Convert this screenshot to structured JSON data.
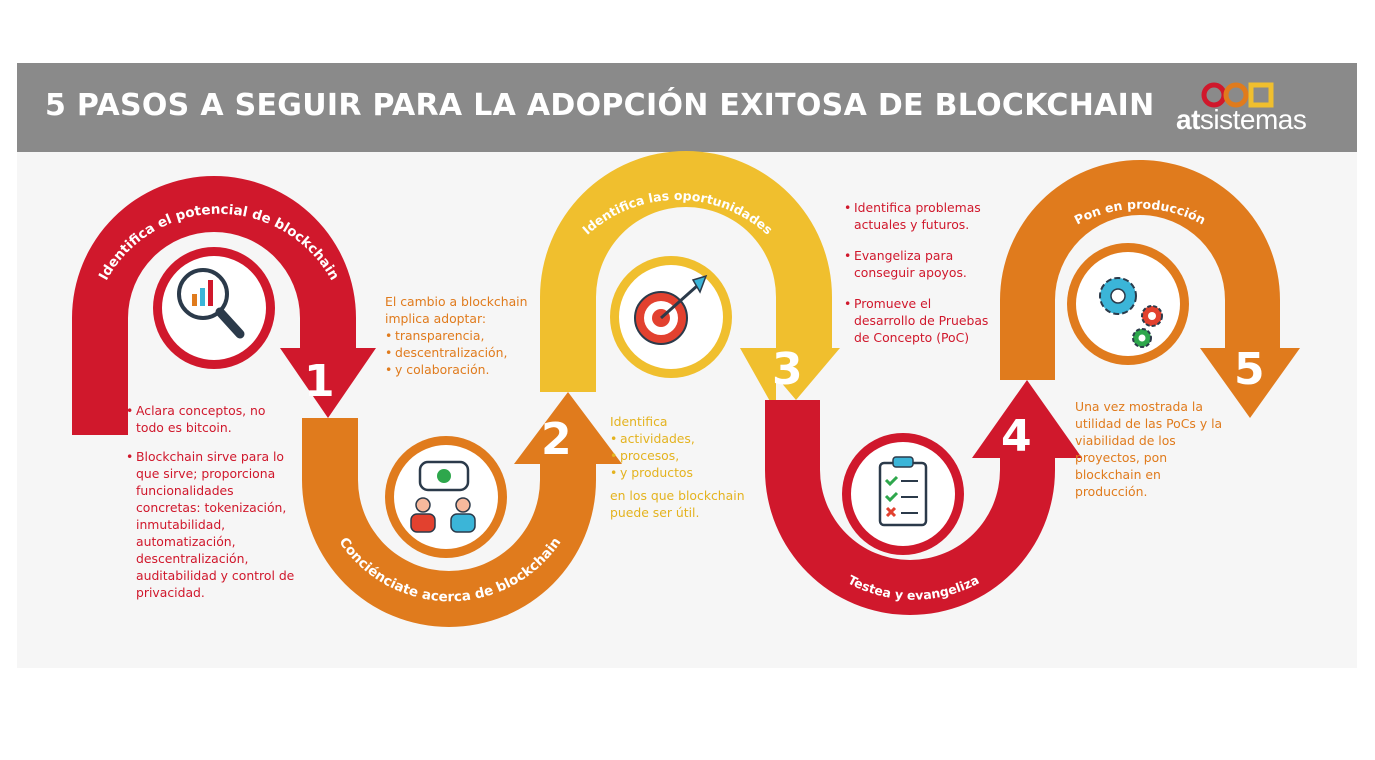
{
  "header": {
    "title": "5 PASOS A SEGUIR PARA LA ADOPCIÓN EXITOSA DE BLOCKCHAIN",
    "logo_prefix": "at",
    "logo_suffix": "sistemas"
  },
  "colors": {
    "red": "#d0182c",
    "orange": "#e07b1d",
    "yellow": "#f0bf2e",
    "header_gray": "#8a8a8a"
  },
  "steps": [
    {
      "number": "1",
      "label": "Identifica el potencial de blockchain",
      "icon": "magnifier-chart-icon",
      "bullets": [
        "Aclara conceptos, no todo es bitcoin.",
        "Blockchain sirve para lo que sirve; proporciona funcionalidades concretas: tokenización, inmutabilidad, automatización, descentralización, auditabilidad y control de privacidad."
      ]
    },
    {
      "number": "2",
      "label": "Conciénciate acerca de blockchain",
      "icon": "people-chat-icon",
      "intro": "El cambio a blockchain implica adoptar:",
      "bullets": [
        "transparencia,",
        "descentralización,",
        "y colaboración."
      ]
    },
    {
      "number": "3",
      "label": "Identifica las oportunidades",
      "icon": "target-icon",
      "intro": "Identifica",
      "bullets": [
        "actividades,",
        "procesos,",
        "y productos"
      ],
      "outro": "en los que blockchain puede ser útil."
    },
    {
      "number": "4",
      "label": "Testea y evangeliza",
      "icon": "checklist-icon",
      "bullets": [
        "Identifica problemas actuales y futuros.",
        "Evangeliza para conseguir apoyos.",
        "Promueve el desarrollo de Pruebas de Concepto (PoC)"
      ]
    },
    {
      "number": "5",
      "label": "Pon en producción",
      "icon": "gears-icon",
      "body": "Una vez mostrada la utilidad de las PoCs y la viabilidad de los proyectos, pon blockchain en producción."
    }
  ]
}
